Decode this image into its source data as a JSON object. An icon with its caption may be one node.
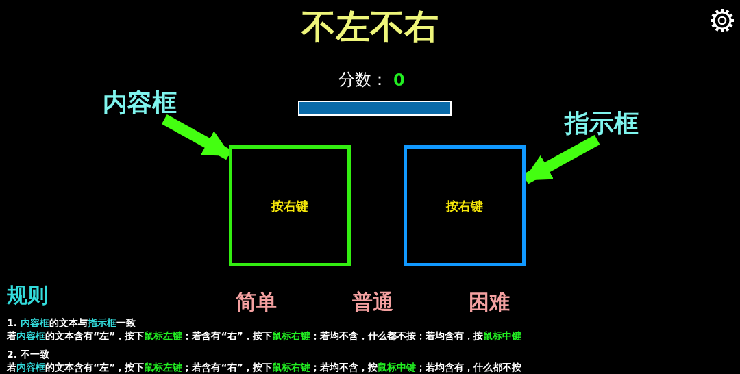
{
  "diagram": {
    "title": "不左不右",
    "nodes": [
      {
        "text": [
          "内容框"
        ]
      },
      {
        "text": [
          "按右键"
        ]
      },
      {
        "text": [
          "按右键"
        ]
      },
      {
        "text": [
          "指示框"
        ]
      }
    ],
    "edges": [
      {
        "from": 0,
        "to": 1,
        "arrow": "to"
      },
      {
        "from": 3,
        "to": 2,
        "arrow": "to"
      }
    ],
    "labels": [
      "分数：",
      "0",
      "规则",
      "简单",
      "普通",
      "困难",
      "1.",
      "内容框",
      "的文本与",
      "指示框",
      "一致",
      "若",
      "内容框",
      "的文本含有“左”，按下",
      "鼠标左键",
      "；若含有“右”，按下",
      "鼠标右键",
      "；若均不含，什么都不按；若均含有，按",
      "鼠标中键",
      "2. 不一致",
      "若",
      "内容框",
      "的文本含有“左”，按下",
      "鼠标左键",
      "；若含有“右”，按下",
      "鼠标右键",
      "；若均不含，按",
      "鼠标中键",
      "；若均含有，什么都不按"
    ]
  }
}
